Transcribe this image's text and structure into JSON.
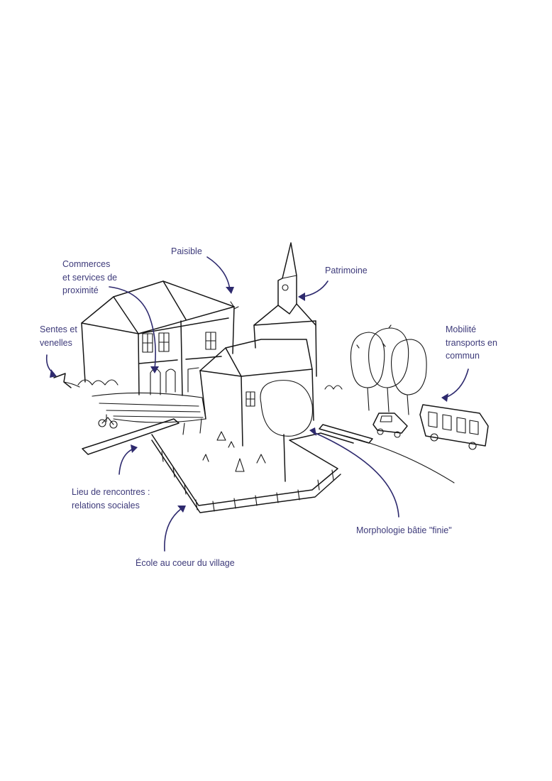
{
  "labels": {
    "paisible": "Paisible",
    "patrimoine": "Patrimoine",
    "commerces_1": "Commerces",
    "commerces_2": "et services de",
    "commerces_3": "proximité",
    "sentes_1": "Sentes et",
    "sentes_2": "venelles",
    "mobilite_1": "Mobilité",
    "mobilite_2": "transports en",
    "mobilite_3": "commun",
    "lieu_1": "Lieu de rencontres :",
    "lieu_2": "relations sociales",
    "morphologie": "Morphologie bâtie \"finie\"",
    "ecole": "École au coeur du village"
  },
  "colors": {
    "label_text": "#3d3a7a",
    "arrow": "#2e2a6e",
    "ink": "#161616"
  }
}
